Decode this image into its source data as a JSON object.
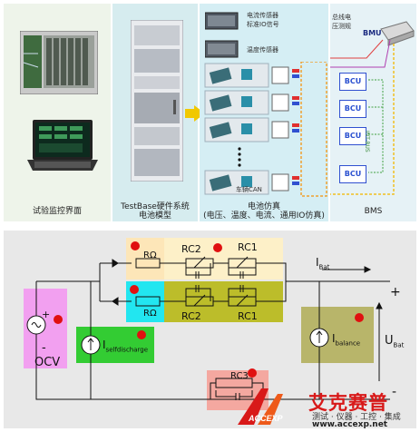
{
  "top": {
    "col1_label": "试验监控界面",
    "col2_label_1": "TestBase硬件系统",
    "col2_label_2": "电池模型",
    "col3_label_1": "电池仿真",
    "col3_label_2": "(电压、温度、电流、通用IO仿真)",
    "col4_label": "BMS",
    "sensor_label_1": "电流传感器",
    "sensor_label_2": "标准IO信号",
    "sensor_label_3": "温度传感器",
    "bus_label_1": "总线电",
    "bus_label_2": "压测规",
    "bmu_label": "BMU",
    "bcu_label": "BCU",
    "can_label": "车辆CAN",
    "bus_vertical": "INT-BUS"
  },
  "circuit": {
    "r_top": "RΩ",
    "r_bottom": "RΩ",
    "rc2_top": "RC2",
    "rc1_top": "RC1",
    "rc2_bottom": "RC2",
    "rc1_bottom": "RC1",
    "rc3": "RC3",
    "ibat": "I",
    "ibat_sub": "Bat",
    "plus_right": "+",
    "minus_right": "-",
    "ubat": "U",
    "ubat_sub": "Bat",
    "ocv_plus": "+",
    "ocv_minus": "-",
    "ocv": "OCV",
    "iself": "I",
    "iself_sub": "selfdischarge",
    "ibal": "I",
    "ibal_sub": "balance"
  },
  "watermark": {
    "title": "艾克赛普",
    "subtitle": "测试 · 仪器 · 工控 · 集成",
    "url": "www.accexp.net",
    "logo_text": "ACCEXP"
  },
  "colors": {
    "yellow_box": "#fdf0c8",
    "olive_box": "#bcbd2a",
    "cyan_box": "#22e6f0",
    "pink_box": "#f2a0f0",
    "green_box": "#33cc33",
    "olive_bal": "#b8b56a",
    "salmon_box": "#f4a8a0",
    "red_dot": "#e01010",
    "brand_red": "#d81919"
  }
}
